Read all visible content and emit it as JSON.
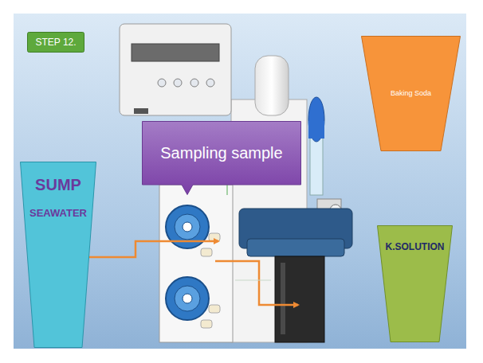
{
  "diagram": {
    "nodes": [
      {
        "text": [
          "STEP 12."
        ]
      },
      {
        "text": [
          "Baking Soda"
        ]
      },
      {
        "text": [
          "Sampling sample"
        ]
      },
      {
        "text": [
          "SUMP",
          "SEAWATER"
        ]
      },
      {
        "text": [
          "K.SOLUTION"
        ]
      }
    ]
  }
}
